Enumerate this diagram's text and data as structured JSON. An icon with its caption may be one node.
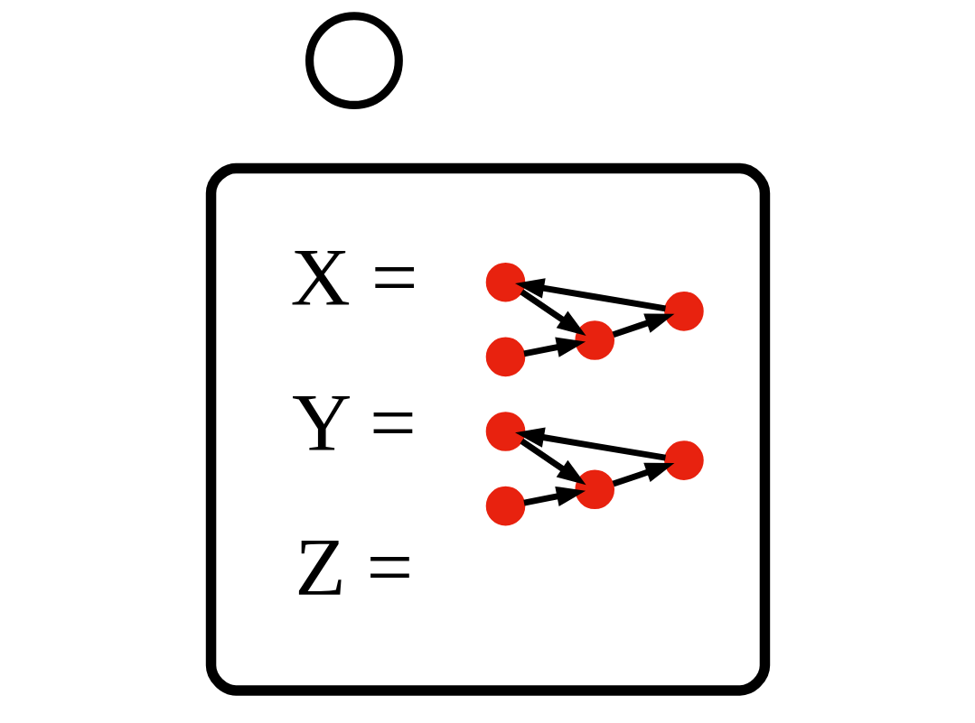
{
  "diagram": {
    "nodes": [
      {
        "text": [],
        "shape": "cloud"
      },
      {
        "text": [],
        "shape": "circle",
        "in": 0
      },
      {
        "text": [],
        "shape": "circle",
        "in": 0
      },
      {
        "text": [],
        "shape": "circle",
        "in": 0
      },
      {
        "text": [],
        "shape": "circle",
        "in": 0
      },
      {
        "text": [],
        "shape": "circle",
        "in": 0
      },
      {
        "text": [],
        "shape": "circle",
        "in": 0
      },
      {
        "text": [],
        "shape": "circle",
        "in": 0
      },
      {
        "text": [],
        "shape": "circle",
        "in": 0
      },
      {
        "text": [],
        "shape": "circle"
      }
    ],
    "edges": [
      {
        "from": 1,
        "to": 2,
        "arrow": "to"
      },
      {
        "from": 3,
        "to": 2,
        "arrow": "to"
      },
      {
        "from": 2,
        "to": 4,
        "arrow": "to"
      },
      {
        "from": 4,
        "to": 1,
        "arrow": "to"
      },
      {
        "from": 5,
        "to": 6,
        "arrow": "to"
      },
      {
        "from": 7,
        "to": 6,
        "arrow": "to"
      },
      {
        "from": 6,
        "to": 8,
        "arrow": "to"
      },
      {
        "from": 8,
        "to": 5,
        "arrow": "to"
      }
    ],
    "labels": [
      "X =",
      "Y =",
      "Z ="
    ]
  }
}
